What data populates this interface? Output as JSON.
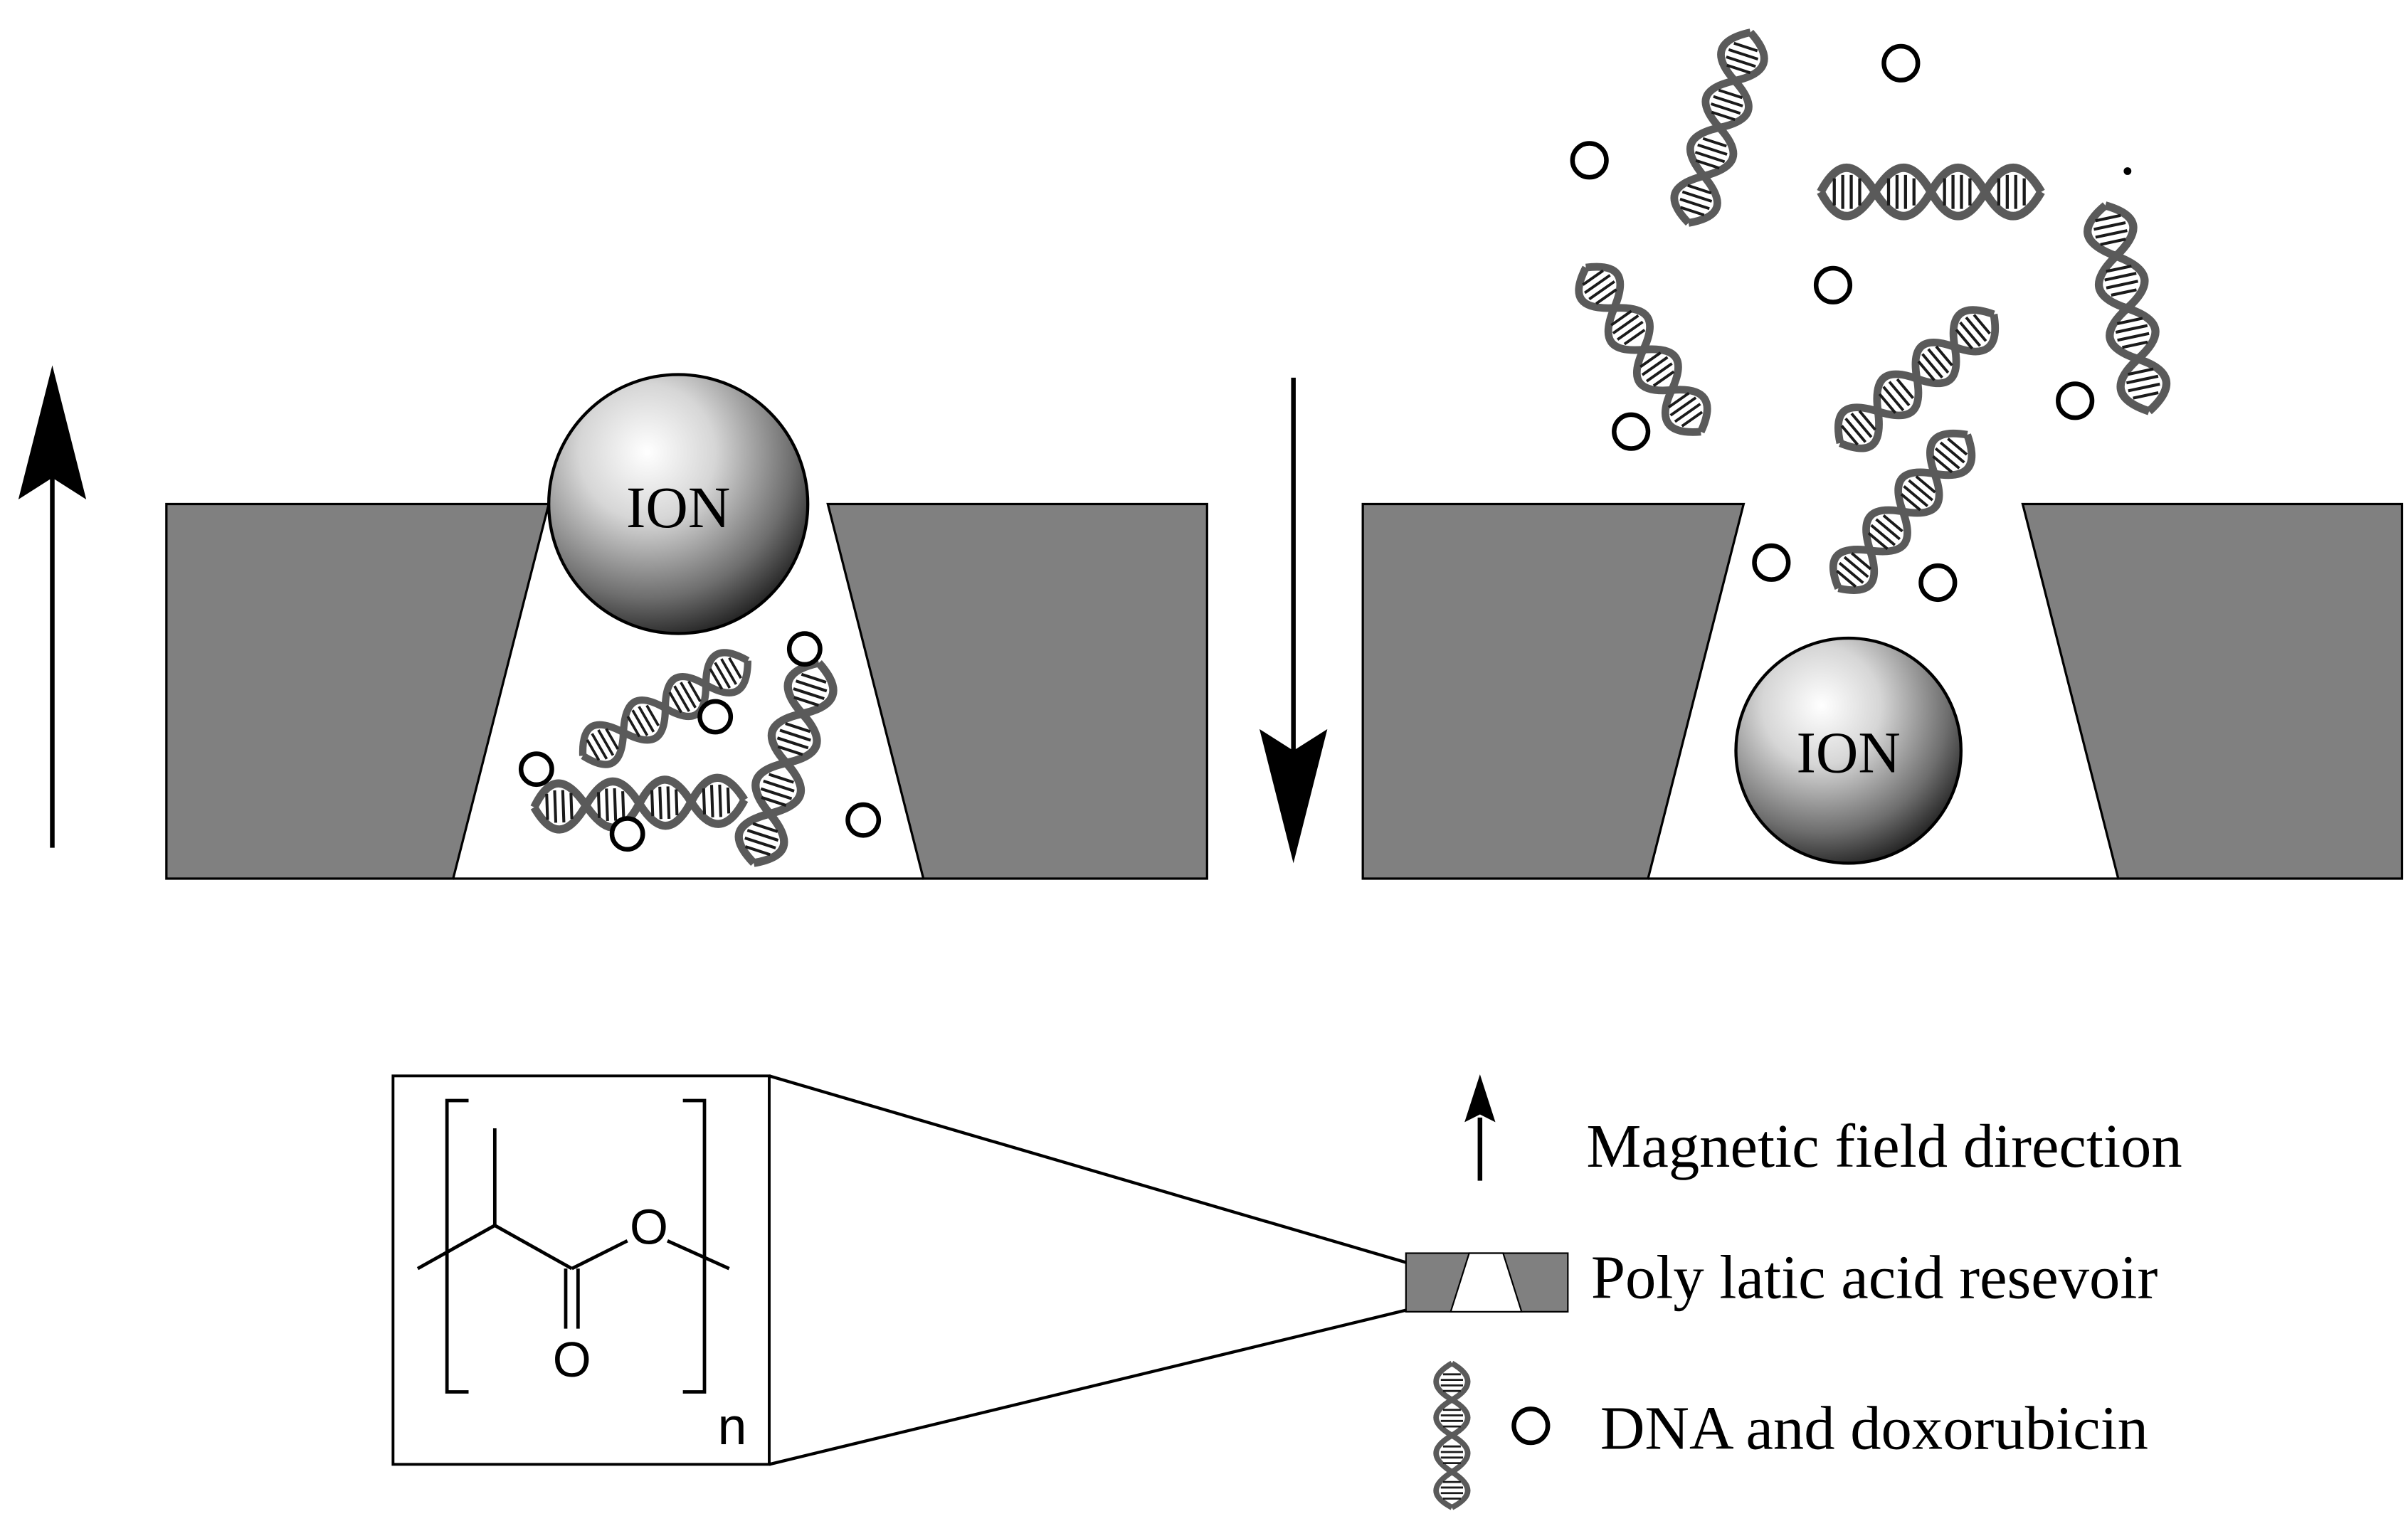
{
  "particle": {
    "label": "ION"
  },
  "chemistry": {
    "oxygen_symbol": "O",
    "repeat_subscript": "n"
  },
  "legend": {
    "field": "Magnetic field direction",
    "reservoir": "Poly latic acid resevoir",
    "cargo": "DNA and doxorubicin"
  },
  "colors": {
    "reservoir_wall": "#808080",
    "dna": "#5a5a5a",
    "ink": "#000000"
  }
}
